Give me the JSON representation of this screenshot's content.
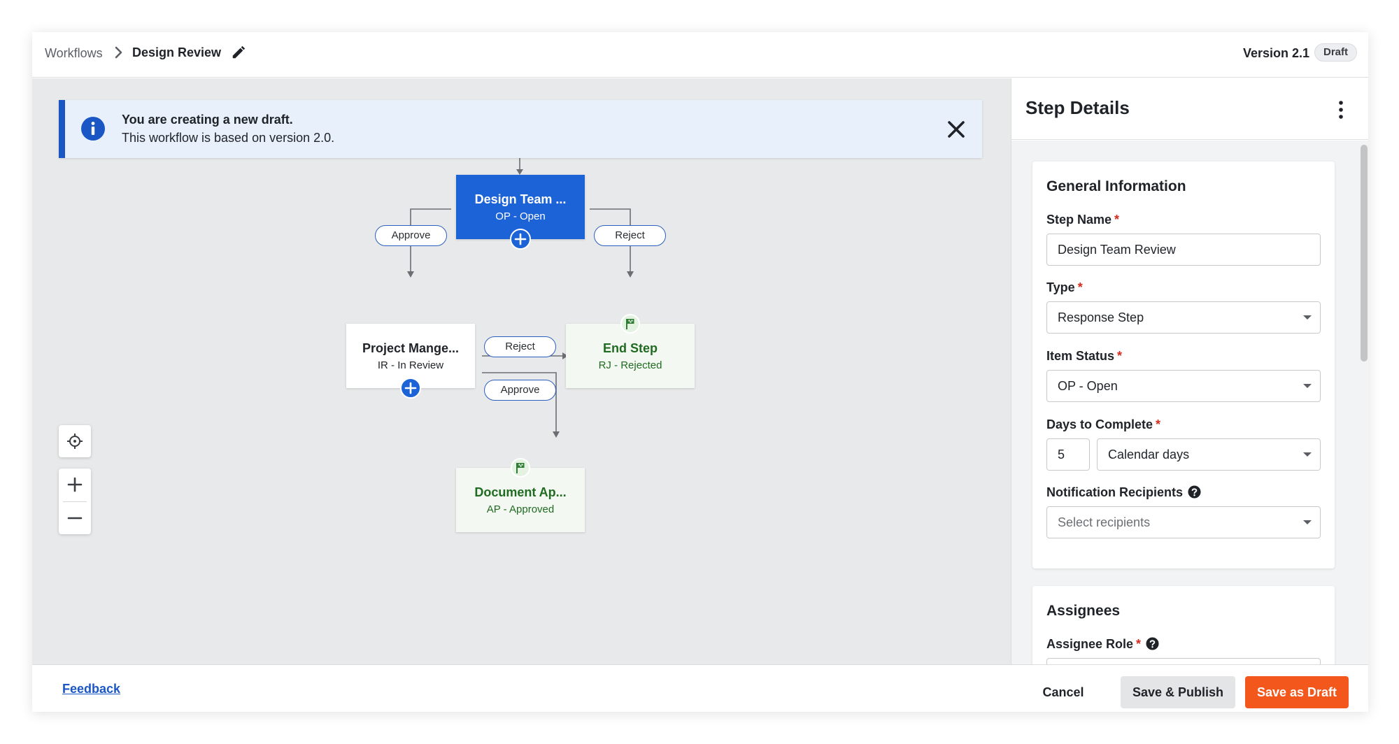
{
  "header": {
    "breadcrumb_root": "Workflows",
    "breadcrumb_current": "Design Review",
    "version": "Version 2.1",
    "status_badge": "Draft"
  },
  "banner": {
    "title": "You are creating a new draft.",
    "subtitle": "This workflow is based on version 2.0."
  },
  "nodes": {
    "design_team": {
      "title": "Design Team ...",
      "status": "OP - Open"
    },
    "project_manager": {
      "title": "Project Mange...",
      "status": "IR - In Review"
    },
    "end_step": {
      "title": "End Step",
      "status": "RJ - Rejected"
    },
    "document_approved": {
      "title": "Document Ap...",
      "status": "AP - Approved"
    }
  },
  "edge_labels": {
    "design_approve": "Approve",
    "design_reject": "Reject",
    "pm_reject": "Reject",
    "pm_approve": "Approve"
  },
  "panel": {
    "title": "Step Details",
    "general": {
      "heading": "General Information",
      "step_name_label": "Step Name",
      "step_name_value": "Design Team Review",
      "type_label": "Type",
      "type_value": "Response Step",
      "item_status_label": "Item Status",
      "item_status_value": "OP - Open",
      "days_label": "Days to Complete",
      "days_value": "5",
      "days_unit": "Calendar days",
      "recipients_label": "Notification Recipients",
      "recipients_placeholder": "Select recipients",
      "required_mark": "*"
    },
    "assignees": {
      "heading": "Assignees",
      "role_label": "Assignee Role"
    }
  },
  "footer": {
    "feedback": "Feedback",
    "cancel": "Cancel",
    "publish": "Save & Publish",
    "save_draft": "Save as Draft"
  },
  "colors": {
    "accent": "#1d63d8",
    "primary_action": "#f4571b",
    "end_node_text": "#1f6b20",
    "required": "#d52b1e"
  }
}
